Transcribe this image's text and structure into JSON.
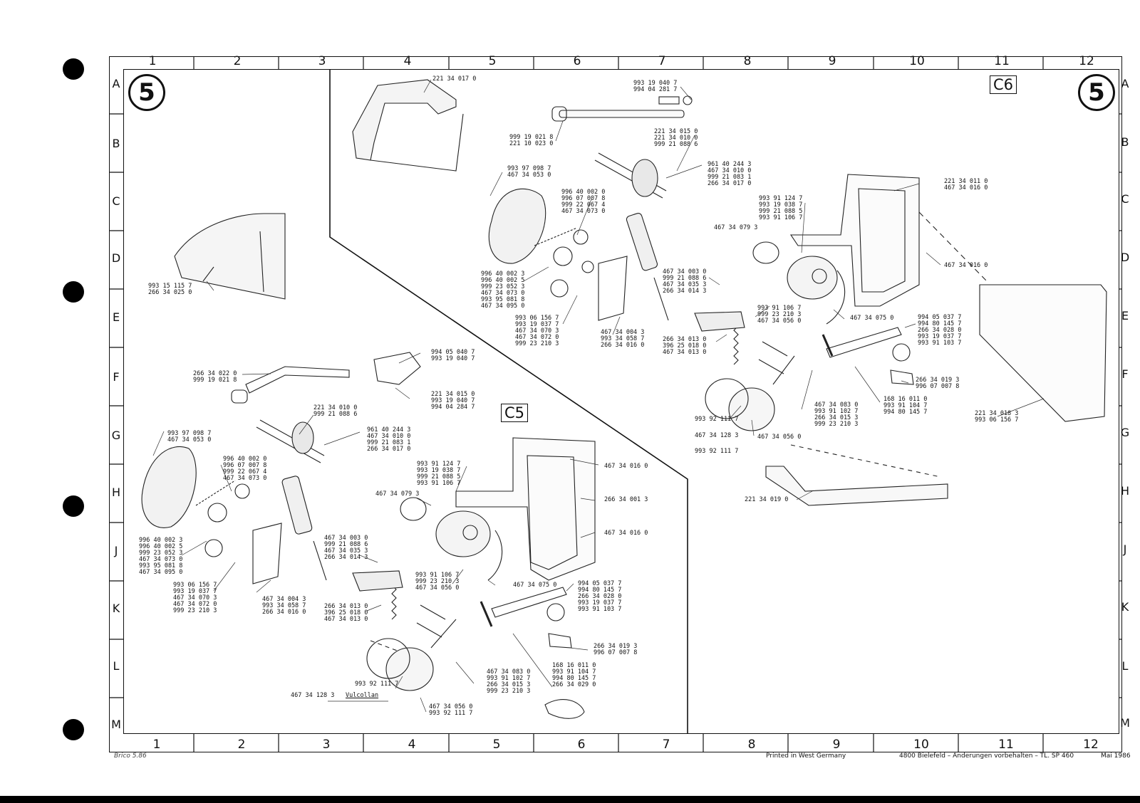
{
  "sheet": {
    "corner_number": "5",
    "section_left": "C5",
    "section_right": "C6",
    "columns": [
      "1",
      "2",
      "3",
      "4",
      "5",
      "6",
      "7",
      "8",
      "9",
      "10",
      "11",
      "12"
    ],
    "rows": [
      "A",
      "B",
      "C",
      "D",
      "E",
      "F",
      "G",
      "H",
      "J",
      "K",
      "L",
      "M"
    ]
  },
  "callouts_c6": {
    "c1": "221 34 017 0",
    "c2": "993 19 040 7\n994 04 281 7",
    "c3": "999 19 021 8\n221 10 023 0",
    "c4": "221 34 015 0\n221 34 010 0\n999 21 088 6",
    "c5": "961 40 244 3\n467 34 010 0\n999 21 083 1\n266 34 017 0",
    "c6": "993 97 098 7\n467 34 053 0",
    "c7": "996 40 002 0\n996 07 007 8\n999 22 067 4\n467 34 073 0",
    "c8": "467 34 079 3",
    "c9": "221 34 011 0\n467 34 016 0",
    "c10": "993 91 124 7\n993 19 038 7\n999 21 088 5\n993 91 106 7",
    "c11": "467 34 016 0",
    "c12": "996 40 002 3\n996 40 002 5\n999 23 052 3\n467 34 073 0\n993 95 081 8\n467 34 095 0",
    "c13": "993 06 156 7\n993 19 037 7\n467 34 070 3\n467 34 072 0\n999 23 210 3",
    "c14": "467 34 003 0\n999 21 088 6\n467 34 035 3\n266 34 014 3",
    "c15": "993 91 106 7\n999 23 210 3\n467 34 056 0",
    "c16": "467 34 075 0",
    "c17": "994 05 037 7\n994 80 145 7\n266 34 028 0\n993 19 037 7\n993 91 103 7",
    "c18": "467 34 004 3\n993 34 058 7\n266 34 016 0",
    "c19": "266 34 013 0\n396 25 018 0\n467 34 013 0",
    "c20": "266 34 019 3\n996 07 007 8",
    "c21": "467 34 083 0\n993 91 102 7\n266 34 015 3\n999 23 210 3",
    "c22": "168 16 011 0\n993 91 104 7\n994 80 145 7",
    "c23": "993 92 111 7",
    "c24": "467 34 128 3",
    "c25": "467 34 056 0",
    "c26": "993 92 111 7",
    "c27": "221 34 018 3\n993 06 156 7",
    "c28": "221 34 019 0"
  },
  "callouts_c5": {
    "d1": "993 15 115 7\n266 34 025 0",
    "d2": "266 34 022 0\n999 19 021 8",
    "d3": "994 05 040 7\n993 19 040 7",
    "d4": "221 34 015 0\n993 19 040 7\n994 04 284 7",
    "d5": "221 34 010 0\n999 21 088 6",
    "d6": "993 97 098 7\n467 34 053 0",
    "d7": "961 40 244 3\n467 34 010 0\n999 21 083 1\n266 34 017 0",
    "d8": "996 40 002 0\n996 07 007 8\n999 22 067 4\n467 34 073 0",
    "d9": "993 91 124 7\n993 19 038 7\n999 21 088 5\n993 91 106 7",
    "d10": "467 34 016 0",
    "d11": "467 34 079 3",
    "d12": "266 34 001 3",
    "d13": "996 40 002 3\n996 40 002 5\n999 23 052 3\n467 34 073 0\n993 95 081 8\n467 34 095 0",
    "d14": "467 34 003 0\n999 21 088 6\n467 34 035 3\n266 34 014 3",
    "d15": "467 34 016 0",
    "d16": "993 06 156 7\n993 19 037 7\n467 34 070 3\n467 34 072 0\n999 23 210 3",
    "d17": "467 34 004 3\n993 34 058 7\n266 34 016 0",
    "d18": "993 91 106 7\n999 23 210 3\n467 34 056 0",
    "d19": "467 34 075 0",
    "d20": "994 05 037 7\n994 80 145 7\n266 34 028 0\n993 19 037 7\n993 91 103 7",
    "d21": "266 34 013 0\n396 25 018 0\n467 34 013 0",
    "d22": "266 34 019 3\n996 07 007 8",
    "d23": "467 34 083 0\n993 91 102 7\n266 34 015 3\n999 23 210 3",
    "d24": "168 16 011 0\n993 91 104 7\n994 80 145 7\n266 34 029 0",
    "d25": "993 92 111 7",
    "d26": "467 34 128 3",
    "d27": "Vulcollan",
    "d28": "467 34 056 0\n993 92 111 7"
  },
  "footer": {
    "signature": "Brico 5.86",
    "printed": "Printed in West Germany",
    "publisher": "4800 Bielefeld – Änderungen vorbehalten – TL. SP 460",
    "date": "Mai 1986"
  }
}
